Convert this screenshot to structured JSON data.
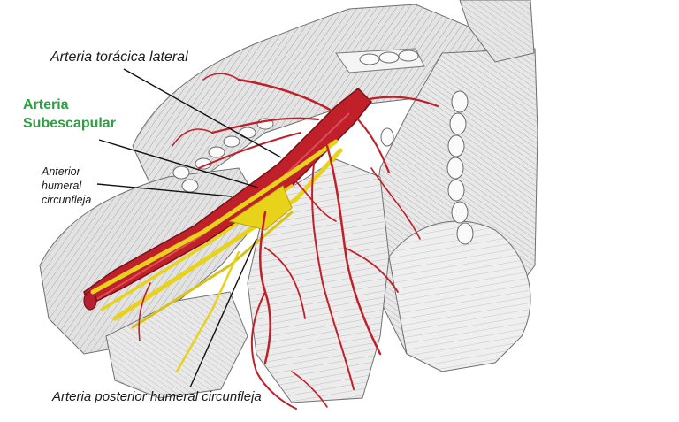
{
  "labels": {
    "lateral_thoracic": "Arteria torácica lateral",
    "subscapular_line1": "Arteria",
    "subscapular_line2": "Subescapular",
    "anterior_line1": "Anterior",
    "anterior_line2": "humeral",
    "anterior_line3": "circunfleja",
    "posterior": "Arteria posterior humeral circunfleja"
  },
  "colors": {
    "background": "#ffffff",
    "label_text": "#1a1a1a",
    "highlight_label": "#2f9e44",
    "artery": "#c0202a",
    "artery_dark": "#7a0f16",
    "nerve": "#e8d21a",
    "muscle_fill": "#e6e6e6",
    "muscle_line": "#6e6e6e",
    "leader_line": "#111111"
  },
  "icons": {
    "illustration": "anatomical-engraving"
  }
}
